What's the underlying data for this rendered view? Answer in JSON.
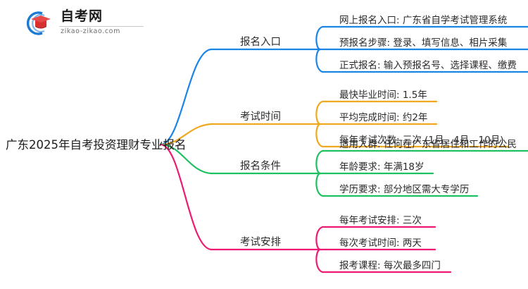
{
  "logo": {
    "brand_name": "自考网",
    "url": "zikao-zikao.com",
    "mark_icon": "graduation-cap-swoosh-icon",
    "swoosh_color": "#1a7ad4",
    "cap_color": "#e03030"
  },
  "mindmap": {
    "root": {
      "label": "广东2025年自考投资理财专业报名"
    },
    "branches": [
      {
        "label": "报名入口",
        "color": "#1a85e8",
        "leaves": [
          {
            "label": "网上报名入口: 广东省自学考试管理系统"
          },
          {
            "label": "预报名步骤: 登录、填写信息、相片采集"
          },
          {
            "label": "正式报名: 输入预报名号、选择课程、缴费"
          }
        ]
      },
      {
        "label": "考试时间",
        "color": "#f0a81e",
        "leaves": [
          {
            "label": "最快毕业时间: 1.5年"
          },
          {
            "label": "平均完成时间: 约2年"
          },
          {
            "label": "每年考试次数: 三次 (1月、4月、10月)"
          }
        ]
      },
      {
        "label": "报名条件",
        "color": "#1dc160",
        "leaves": [
          {
            "label": "适用人群: 任何在广东省居住和工作的公民"
          },
          {
            "label": "年龄要求: 年满18岁"
          },
          {
            "label": "学历要求: 部分地区需大专学历"
          }
        ]
      },
      {
        "label": "考试安排",
        "color": "#ec1a72",
        "leaves": [
          {
            "label": "每年考试安排: 三次"
          },
          {
            "label": "每次考试时间: 两天"
          },
          {
            "label": "报考课程: 每次最多四门"
          }
        ]
      }
    ]
  }
}
